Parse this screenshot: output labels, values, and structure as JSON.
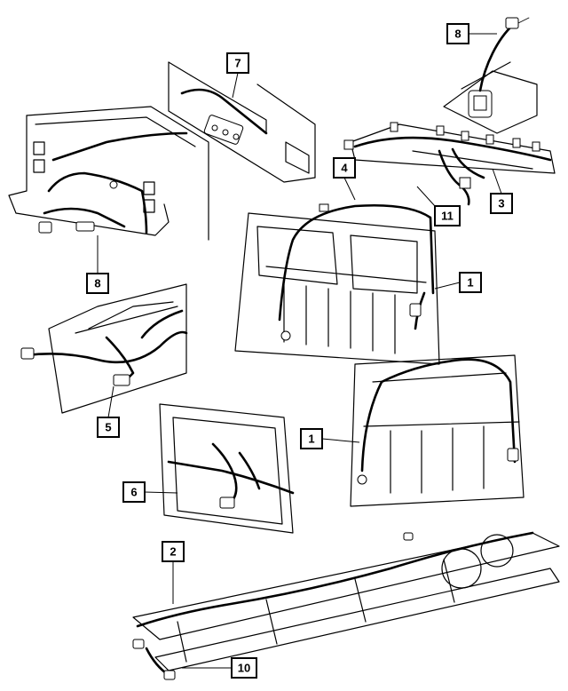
{
  "diagram": {
    "background": "#ffffff",
    "line_color": "#000000",
    "callouts": {
      "c8_top": "8",
      "c7": "7",
      "c3": "3",
      "c4": "4",
      "c11": "11",
      "c8_left": "8",
      "c1_top": "1",
      "c5": "5",
      "c1_bottom": "1",
      "c6": "6",
      "c2": "2",
      "c10": "10"
    }
  }
}
